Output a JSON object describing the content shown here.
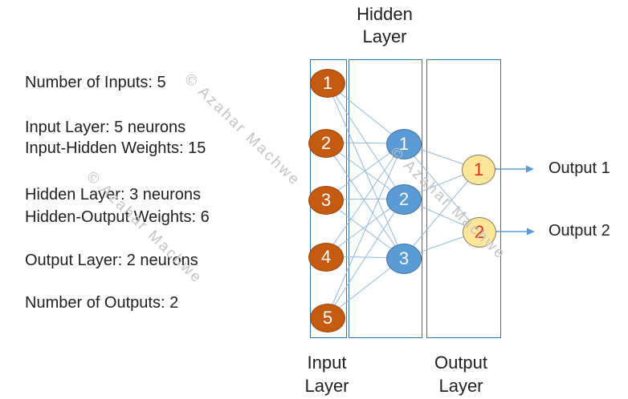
{
  "info_panel": {
    "lines": [
      "Number of Inputs: 5",
      "Input Layer: 5 neurons",
      "Input-Hidden Weights: 15",
      "Hidden Layer: 3 neurons",
      "Hidden-Output Weights: 6",
      "Output Layer: 2 neurons",
      "Number of Outputs: 2"
    ]
  },
  "labels": {
    "hidden_layer": [
      "Hidden",
      "Layer"
    ],
    "input_layer": [
      "Input",
      "Layer"
    ],
    "output_layer": [
      "Output",
      "Layer"
    ]
  },
  "network": {
    "input_neurons": [
      "1",
      "2",
      "3",
      "4",
      "5"
    ],
    "hidden_neurons": [
      "1",
      "2",
      "3"
    ],
    "output_neurons": [
      "1",
      "2"
    ],
    "output_labels": [
      "Output 1",
      "Output 2"
    ]
  },
  "watermark": {
    "text": "© Azahar Machwe"
  },
  "colors": {
    "input_fill": "#C55A11",
    "input_border": "#9A460D",
    "hidden_fill": "#5B9BD5",
    "hidden_border": "#41719C",
    "output_fill": "#FFE699",
    "output_border": "#7E7B52",
    "output_number": "#E0301E",
    "neuron_number": "#FFFFFF",
    "box_border": "#2E75B6",
    "connection": "#92B9DE",
    "arrow": "#5B9BD5",
    "text": "#212121",
    "watermark": "#C4C4C4"
  }
}
